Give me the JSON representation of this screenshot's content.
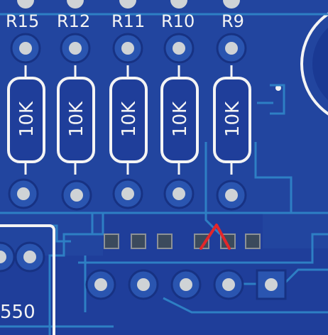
{
  "board": {
    "colors": {
      "mask": "#1f3e9a",
      "mask_dark": "#173283",
      "copper_trace": "#2e7fc4",
      "silkscreen": "#f4f4f4",
      "pad": "#cfd3d6",
      "pad_dark": "#8c9196",
      "annotation": "#e3262a"
    },
    "resistors": [
      {
        "ref": "R15",
        "value": "10K"
      },
      {
        "ref": "R12",
        "value": "10K"
      },
      {
        "ref": "R11",
        "value": "10K"
      },
      {
        "ref": "R10",
        "value": "10K"
      },
      {
        "ref": "R9",
        "value": "10K"
      }
    ],
    "ic_label": "550",
    "annotation": "red-caret-mark"
  }
}
